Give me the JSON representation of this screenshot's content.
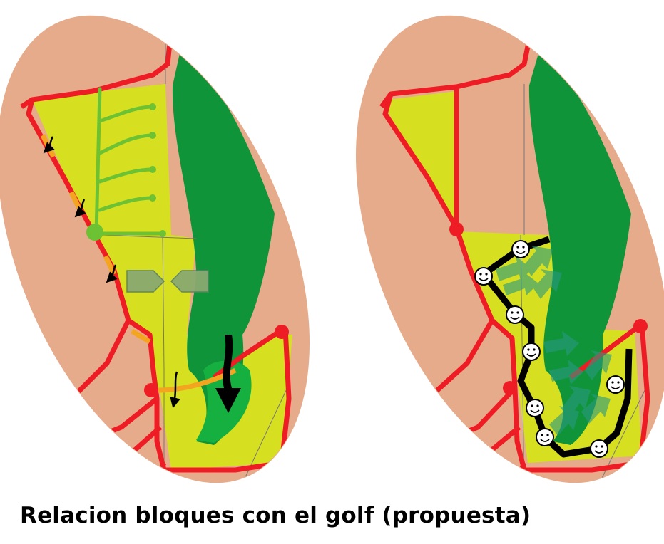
{
  "caption": "Relacion bloques con el golf (propuesta)",
  "colors": {
    "background": "#ffffff",
    "land": "#e6ab8a",
    "block": "#d6e020",
    "golf": "#10943a",
    "golf_light": "#16b040",
    "road": "#ee1c24",
    "path_orange": "#f4a520",
    "access": "#6cc233",
    "walk_route": "#000000",
    "arrow_gray": "#8aaa70",
    "arrow_teal": "#2a9a80"
  },
  "panels": [
    {
      "id": "existing-access",
      "icons": [
        "walk-arrow-icon",
        "exchange-arrows-icon",
        "fork-access-icon"
      ]
    },
    {
      "id": "proposed-route",
      "icons": [
        "smiley-icon",
        "teal-arrow-icon"
      ]
    }
  ]
}
